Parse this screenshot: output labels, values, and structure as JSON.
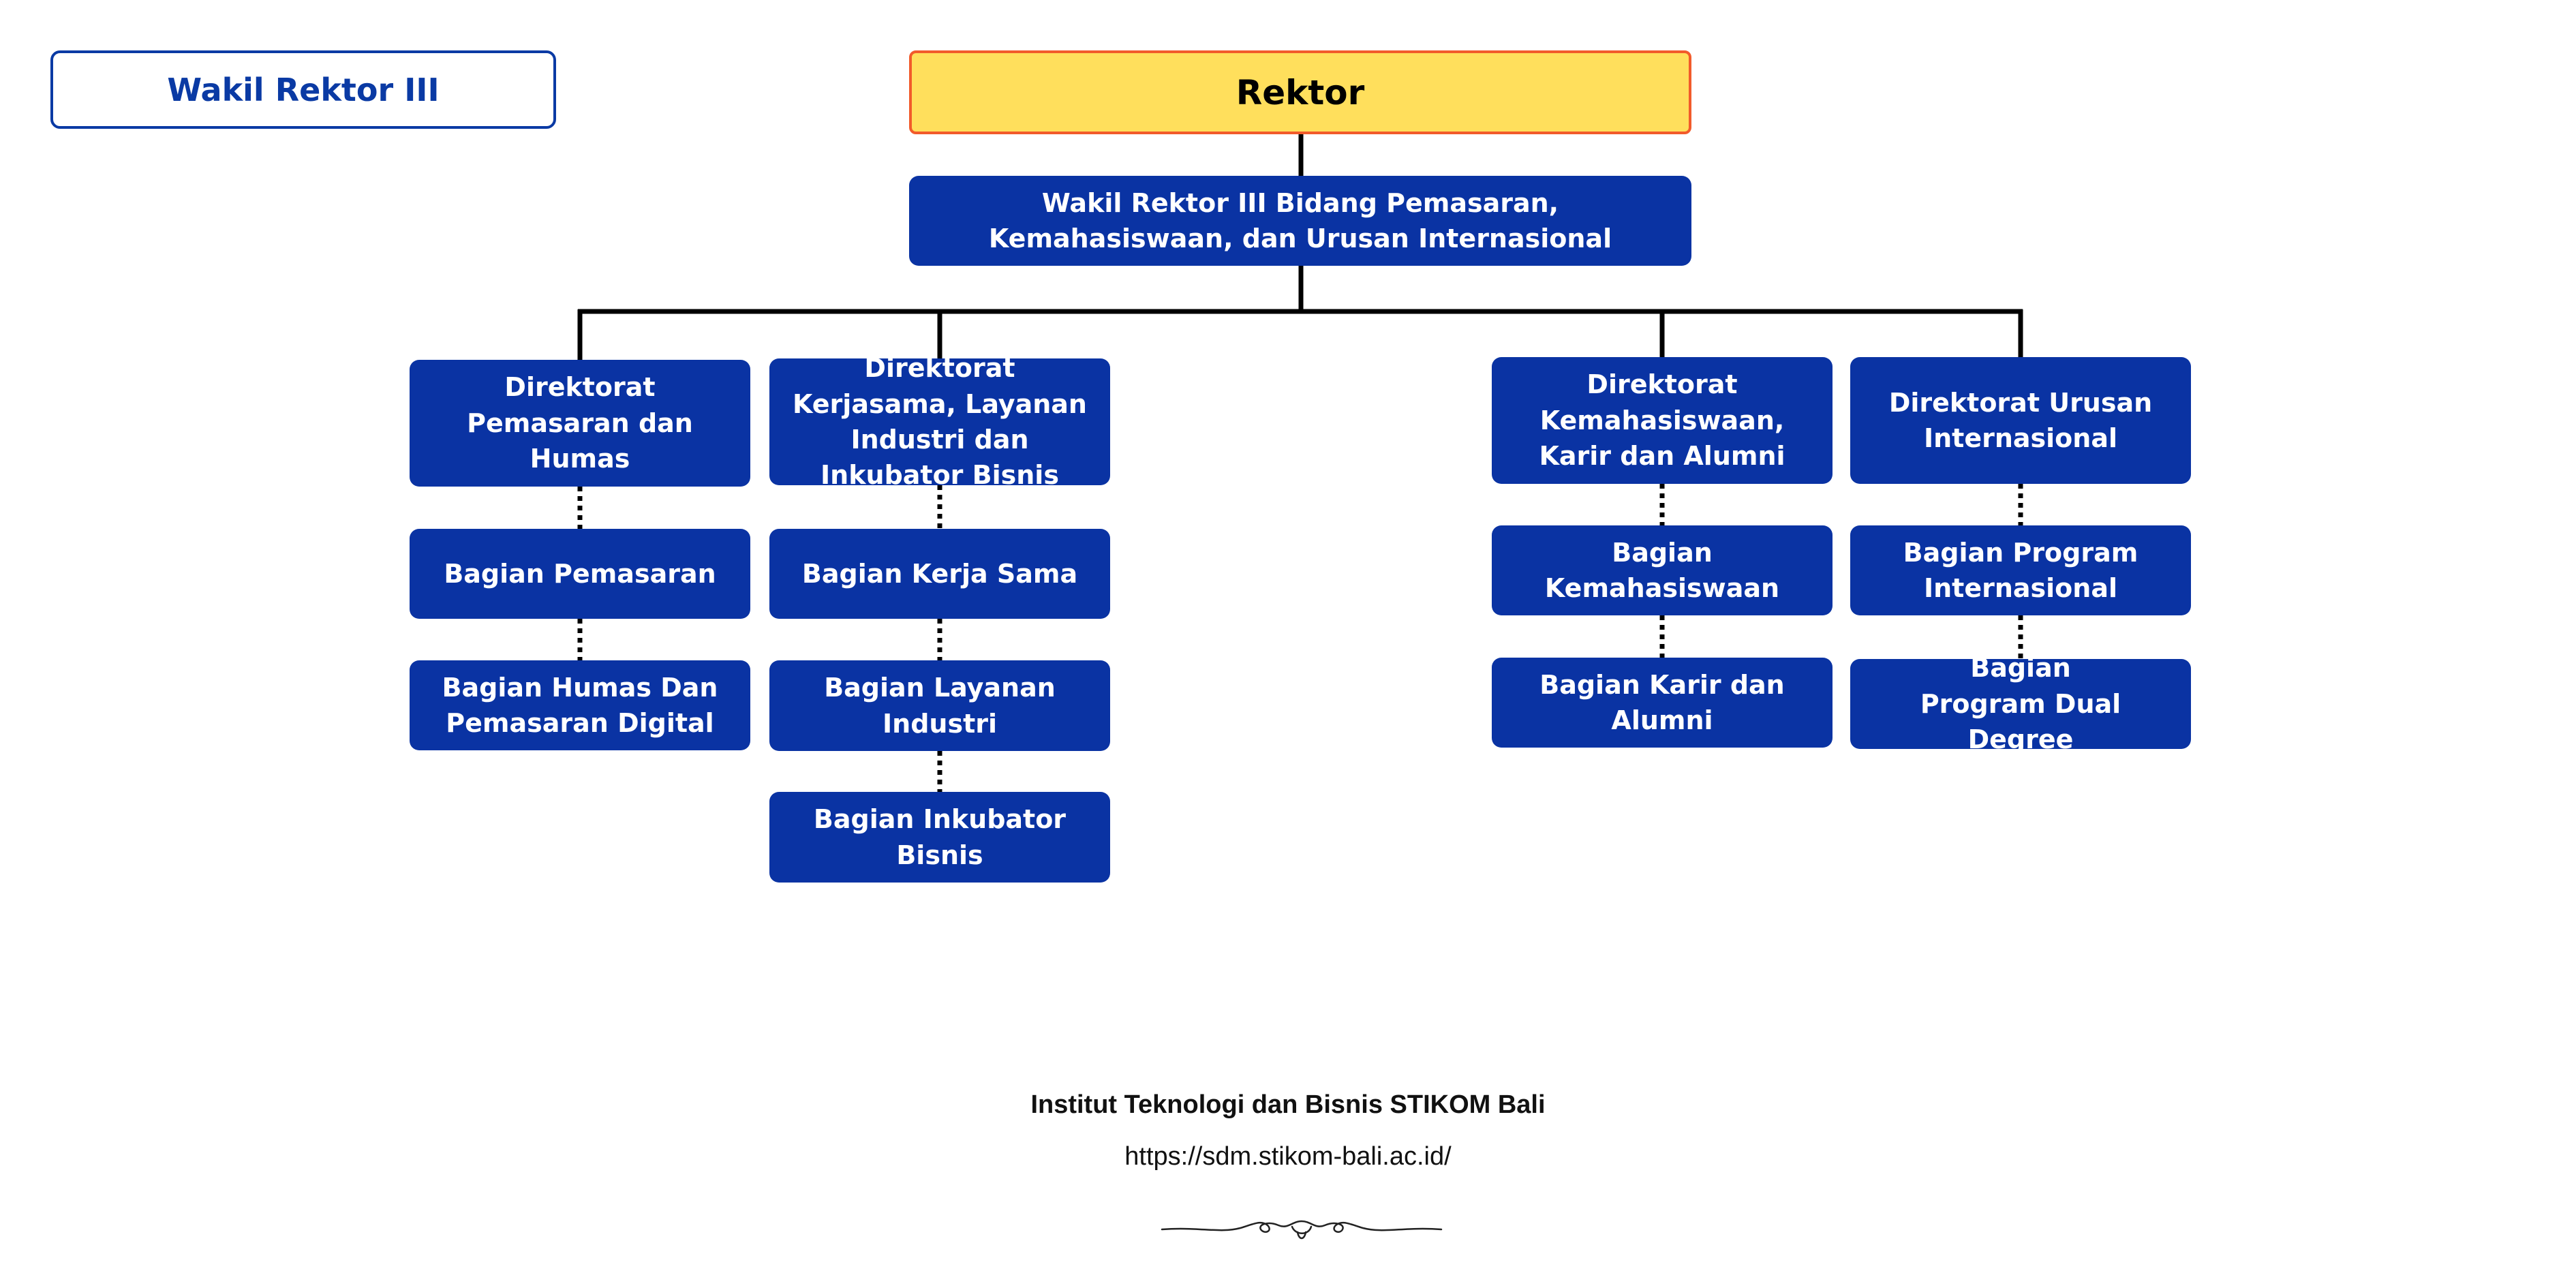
{
  "page_label": "Wakil Rektor III",
  "top": "Rektor",
  "wakil": "Wakil Rektor III Bidang Pemasaran, Kemahasiswaan, dan Urusan Internasional",
  "columns": [
    {
      "director": "Direktorat Pemasaran dan Humas",
      "units": [
        "Bagian Pemasaran",
        "Bagian Humas Dan Pemasaran Digital"
      ]
    },
    {
      "director": "Direktorat Kerjasama, Layanan Industri dan Inkubator Bisnis",
      "units": [
        "Bagian Kerja Sama",
        "Bagian Layanan Industri",
        "Bagian Inkubator Bisnis"
      ]
    },
    {
      "director": "Direktorat Kemahasiswaan, Karir dan Alumni",
      "units": [
        "Bagian Kemahasiswaan",
        "Bagian Karir dan Alumni"
      ]
    },
    {
      "director": "Direktorat Urusan Internasional",
      "units": [
        "Bagian Program Internasional",
        "Bagian Program Dual Degree"
      ]
    }
  ],
  "footer": {
    "org": "Institut Teknologi dan Bisnis STIKOM Bali",
    "url": "https://sdm.stikom-bali.ac.id/"
  },
  "colors": {
    "box": "#0a33a3",
    "rektor_fill": "#ffdf5c",
    "rektor_border": "#f25b2b",
    "connector": "#000000"
  }
}
